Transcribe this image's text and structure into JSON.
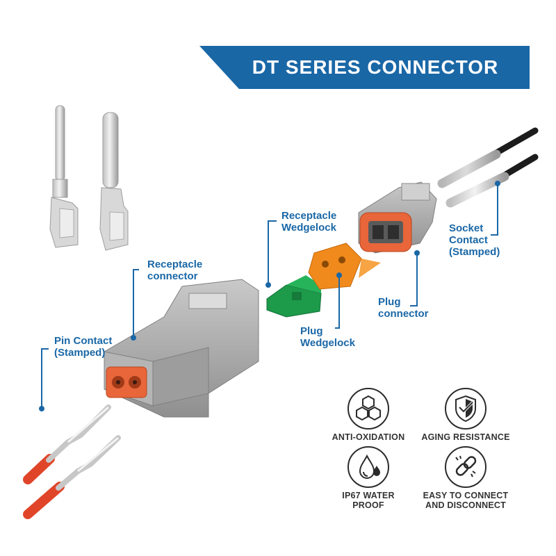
{
  "title": "DT SERIES CONNECTOR",
  "colors": {
    "banner": "#1a67a6",
    "callout": "#1a67a6",
    "housing_gray": "#a9a9a9",
    "seal_orange": "#e8663a",
    "wedge_orange": "#f08a1c",
    "wedge_green": "#1d9a4a",
    "wire_red": "#e0452a",
    "wire_black": "#1c1c1c"
  },
  "labels": {
    "receptacle_connector": [
      "Receptacle",
      "connector"
    ],
    "receptacle_wedgelock": [
      "Receptacle",
      "Wedgelock"
    ],
    "socket_contact": [
      "Socket",
      "Contact",
      "(Stamped)"
    ],
    "pin_contact": [
      "Pin Contact",
      "(Stamped)"
    ],
    "plug_wedgelock": [
      "Plug",
      "Wedgelock"
    ],
    "plug_connector": [
      "Plug",
      "connector"
    ]
  },
  "features": [
    {
      "icon": "hexagon-molecule-icon",
      "lines": [
        "ANTI-OXIDATION"
      ]
    },
    {
      "icon": "shield-check-icon",
      "lines": [
        "AGING RESISTANCE"
      ]
    },
    {
      "icon": "water-drop-icon",
      "lines": [
        "IP67 WATER",
        "PROOF"
      ]
    },
    {
      "icon": "chain-link-icon",
      "lines": [
        "EASY TO CONNECT",
        "AND DISCONNECT"
      ]
    }
  ]
}
